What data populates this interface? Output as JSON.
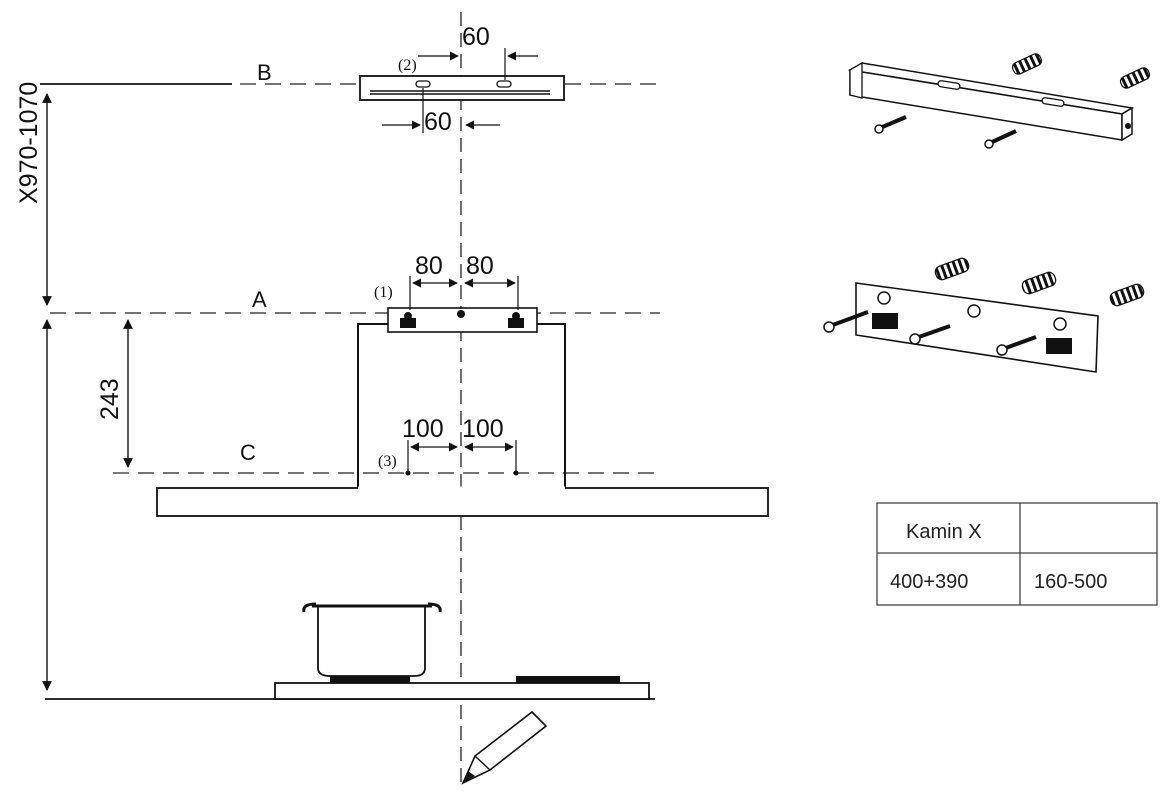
{
  "dimensions": {
    "bracket_b_top": "60",
    "bracket_b_bottom": "60",
    "bracket_a_left": "80",
    "bracket_a_right": "80",
    "holes_c_left": "100",
    "holes_c_right": "100",
    "height_a_to_c": "243",
    "height_range_b": "X970-1070"
  },
  "levels": {
    "b": "B",
    "a": "A",
    "c": "C"
  },
  "markers": {
    "m1": "(1)",
    "m2": "(2)",
    "m3": "(3)"
  },
  "table": {
    "header": [
      "Kamin X",
      ""
    ],
    "row": [
      "400+390",
      "160-500"
    ]
  },
  "icons": [
    "pencil-icon",
    "pot-icon",
    "cooktop-icon",
    "wall-bracket-illustration",
    "wall-plug-icon",
    "screw-icon"
  ]
}
